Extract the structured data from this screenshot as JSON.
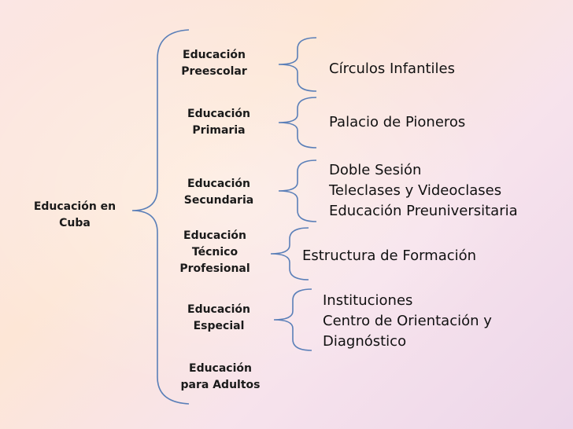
{
  "root": {
    "line1": "Educación en",
    "line2": "Cuba"
  },
  "levels": [
    {
      "line1": "Educación",
      "line2": "Preescolar"
    },
    {
      "line1": "Educación",
      "line2": "Primaria"
    },
    {
      "line1": "Educación",
      "line2": "Secundaria"
    },
    {
      "line1": "Educación",
      "line2": "Técnico",
      "line3": "Profesional"
    },
    {
      "line1": "Educación",
      "line2": "Especial"
    },
    {
      "line1": "Educación",
      "line2": "para Adultos"
    }
  ],
  "details": {
    "preescolar": [
      "Círculos Infantiles"
    ],
    "primaria": [
      "Palacio de Pioneros"
    ],
    "secundaria": [
      "Doble Sesión",
      "Teleclases y Videoclases",
      "Educación Preuniversitaria"
    ],
    "tecnico": [
      "Estructura de Formación"
    ],
    "especial": [
      "Instituciones",
      "Centro de Orientación y",
      "Diagnóstico"
    ]
  },
  "colors": {
    "bracket": "#5a7fb8",
    "text": "#111111"
  }
}
